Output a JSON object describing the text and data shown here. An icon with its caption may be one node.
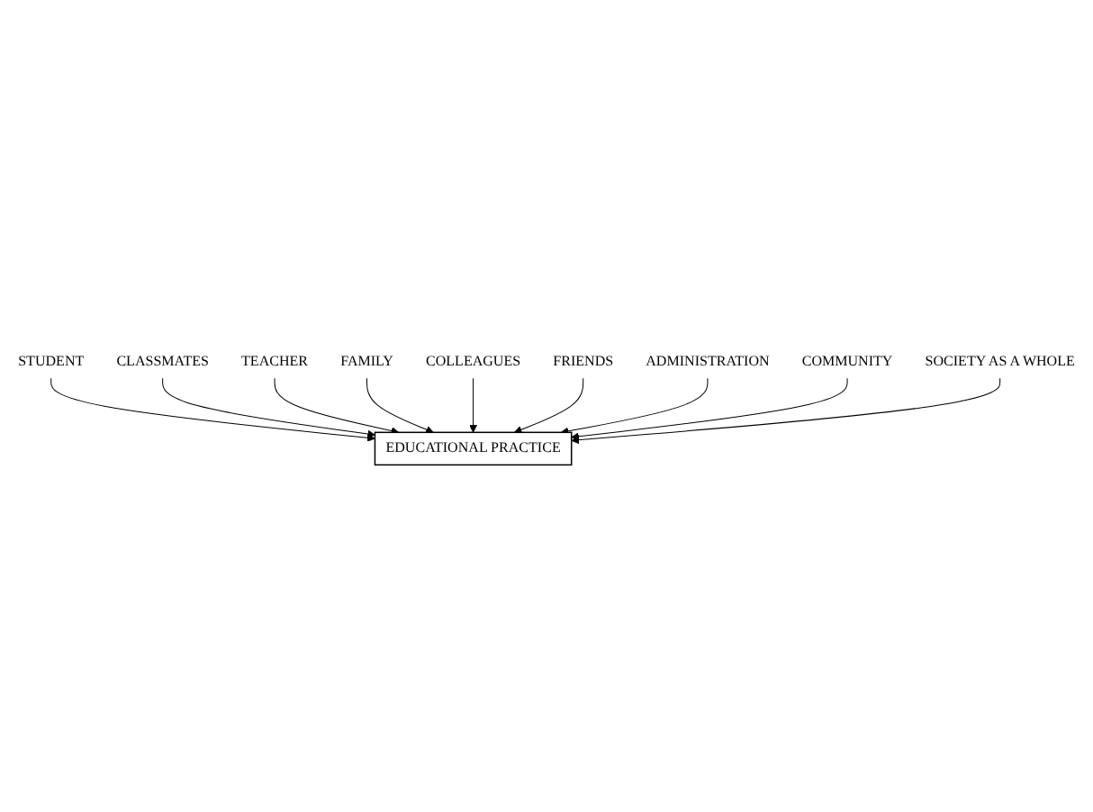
{
  "diagram": {
    "nodes": [
      {
        "text": [
          "STUDENT"
        ]
      },
      {
        "text": [
          "CLASSMATES"
        ]
      },
      {
        "text": [
          "TEACHER"
        ]
      },
      {
        "text": [
          "FAMILY"
        ]
      },
      {
        "text": [
          "COLLEAGUES"
        ]
      },
      {
        "text": [
          "EDUCATIONAL PRACTICE"
        ]
      },
      {
        "text": [
          "FRIENDS"
        ]
      },
      {
        "text": [
          "ADMINISTRATION"
        ]
      },
      {
        "text": [
          "COMMUNITY"
        ]
      },
      {
        "text": [
          "SOCIETY AS A WHOLE"
        ]
      }
    ],
    "edges": [
      {
        "from": 0,
        "to": 5,
        "arrow": "to"
      },
      {
        "from": 1,
        "to": 5,
        "arrow": "to"
      },
      {
        "from": 2,
        "to": 5,
        "arrow": "to"
      },
      {
        "from": 3,
        "to": 5,
        "arrow": "to"
      },
      {
        "from": 4,
        "to": 5,
        "arrow": "to"
      },
      {
        "from": 6,
        "to": 5,
        "arrow": "to"
      },
      {
        "from": 7,
        "to": 5,
        "arrow": "to"
      },
      {
        "from": 8,
        "to": 5,
        "arrow": "to"
      },
      {
        "from": 9,
        "to": 5,
        "arrow": "to"
      }
    ]
  }
}
